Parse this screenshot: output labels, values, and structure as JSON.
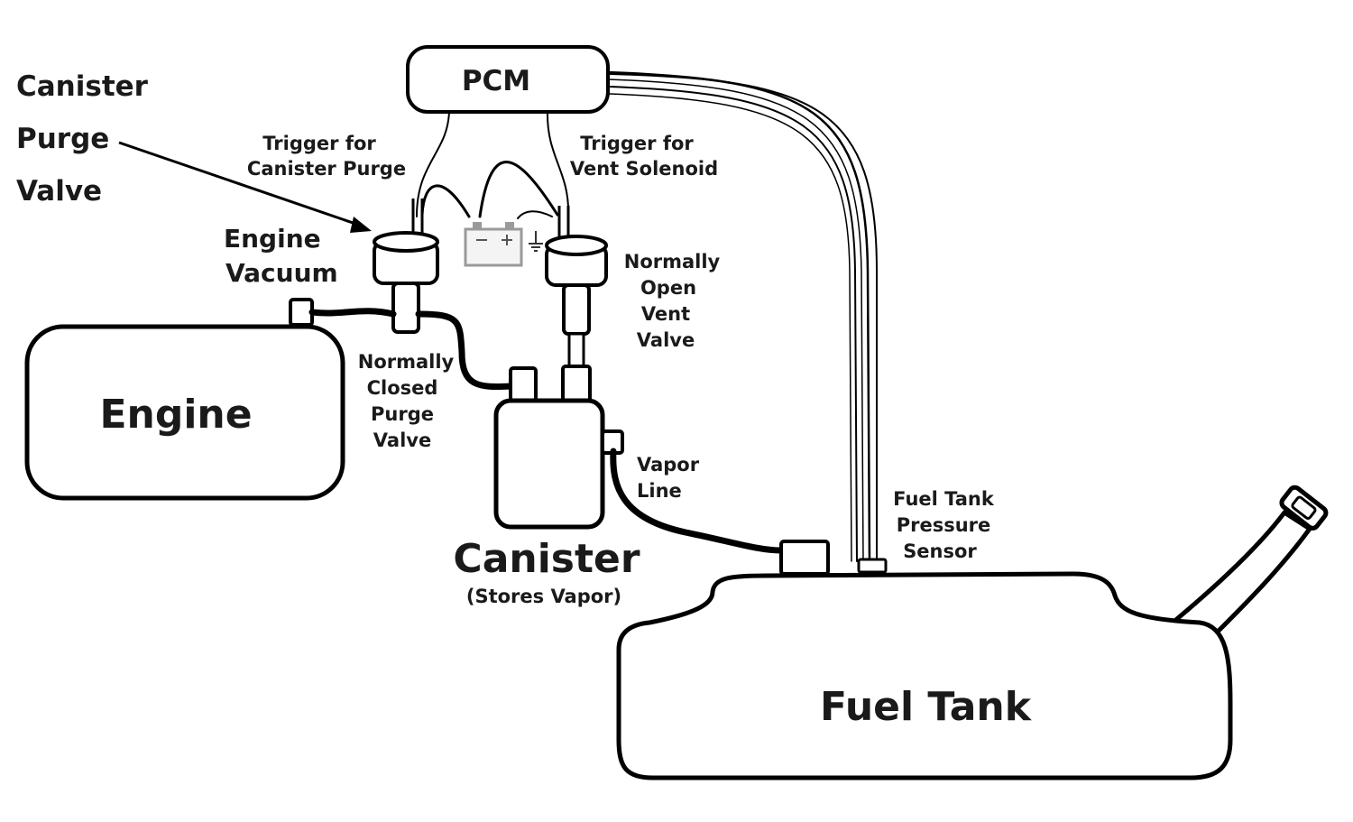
{
  "colors": {
    "ink": "#000000",
    "text": "#1a1a1a",
    "trigger_wire": "#d21f1f",
    "harness_tint": "#c9b7d6",
    "battery": "#9a9a9a"
  },
  "labels": {
    "pcm": "PCM",
    "purge_valve_title": [
      "Canister",
      "Purge",
      "Valve"
    ],
    "engine_vacuum": [
      "Engine",
      "Vacuum"
    ],
    "trigger_purge": [
      "Trigger for",
      "Canister Purge"
    ],
    "trigger_vent": [
      "Trigger for",
      "Vent Solenoid"
    ],
    "normally_open": [
      "Normally",
      "Open",
      "Vent",
      "Valve"
    ],
    "normally_closed": [
      "Normally",
      "Closed",
      "Purge",
      "Valve"
    ],
    "engine": "Engine",
    "canister": "Canister",
    "canister_sub": "(Stores Vapor)",
    "vapor_line": [
      "Vapor",
      "Line"
    ],
    "fuel_tank_sensor": [
      "Fuel Tank",
      "Pressure",
      "Sensor"
    ],
    "fuel_tank": "Fuel Tank"
  },
  "icons": {
    "arrow": "pointer-arrow-icon",
    "battery": "battery-icon",
    "ground": "ground-icon"
  }
}
